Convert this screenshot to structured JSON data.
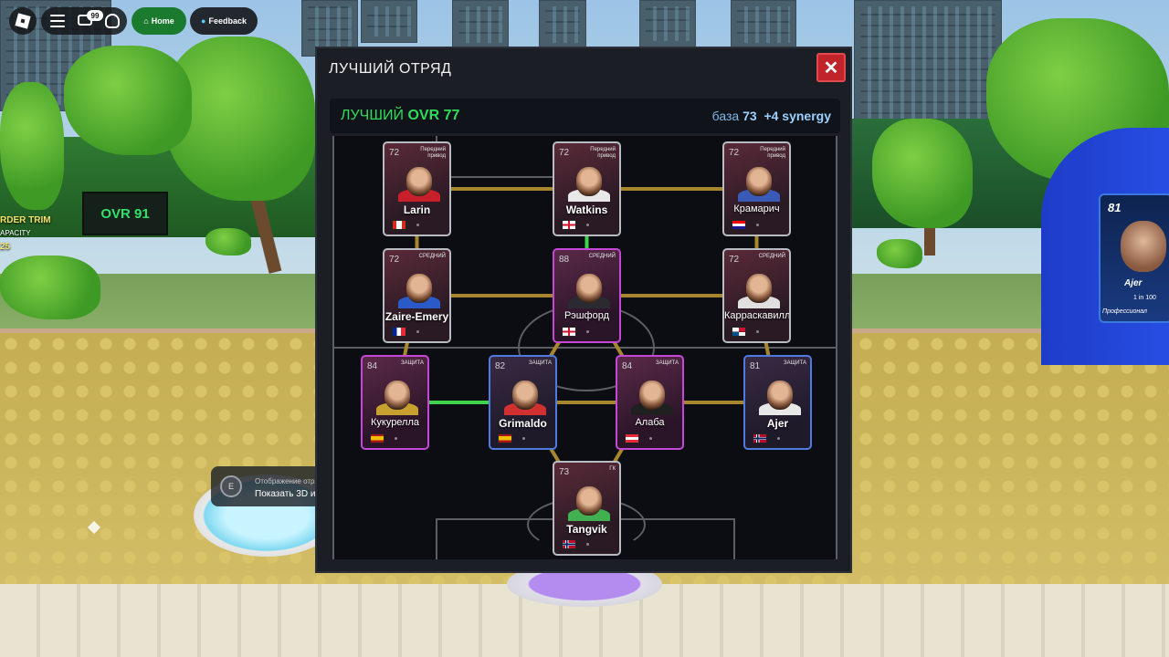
{
  "topbar": {
    "chat_badge": "99",
    "home_label": "Home",
    "feedback_label": "Feedback"
  },
  "background": {
    "ovr_board": "OVR 91",
    "left_label_1": "RDER TRIM",
    "left_label_2": "APACITY",
    "left_label_3": "25",
    "prompt_key": "E",
    "prompt_line_1": "Отображение отряд",
    "prompt_line_2": "Показать 3D и",
    "mini_card": {
      "ovr": "81",
      "name": "Ajer",
      "rarity": "1 in 100",
      "level": "Профессионал"
    }
  },
  "modal": {
    "title": "ЛУЧШИЙ ОТРЯД",
    "close_glyph": "✕",
    "header": {
      "best_label": "ЛУЧШИЙ",
      "ovr_text": "OVR 77",
      "base_label": "база",
      "base_value": "73",
      "synergy_text": "+4 synergy"
    }
  },
  "players": [
    {
      "id": "larin",
      "ovr": "72",
      "pos": "Передний привод",
      "name": "Larin",
      "flag": "ca",
      "style": "grey",
      "bold": true
    },
    {
      "id": "watkins",
      "ovr": "72",
      "pos": "Передний привод",
      "name": "Watkins",
      "flag": "en",
      "style": "grey",
      "bold": true
    },
    {
      "id": "kramaric",
      "ovr": "72",
      "pos": "Передний привод",
      "name": "Крамарич",
      "flag": "hr",
      "style": "grey",
      "bold": false
    },
    {
      "id": "zaire",
      "ovr": "72",
      "pos": "СРЕДНИЙ",
      "name": "Zaire-Emery",
      "flag": "fr",
      "style": "grey",
      "bold": true
    },
    {
      "id": "rashford",
      "ovr": "88",
      "pos": "СРЕДНИЙ",
      "name": "Рэшфорд",
      "flag": "en",
      "style": "purple",
      "bold": false
    },
    {
      "id": "carrascal",
      "ovr": "72",
      "pos": "СРЕДНИЙ",
      "name": "Карраскавилла",
      "flag": "pa",
      "style": "grey",
      "bold": false
    },
    {
      "id": "cucurella",
      "ovr": "84",
      "pos": "ЗАЩИТА",
      "name": "Кукурелла",
      "flag": "es",
      "style": "purple",
      "bold": false
    },
    {
      "id": "grimaldo",
      "ovr": "82",
      "pos": "ЗАЩИТА",
      "name": "Grimaldo",
      "flag": "es",
      "style": "blue",
      "bold": true
    },
    {
      "id": "alaba",
      "ovr": "84",
      "pos": "ЗАЩИТА",
      "name": "Алаба",
      "flag": "at",
      "style": "purple",
      "bold": false
    },
    {
      "id": "ajer",
      "ovr": "81",
      "pos": "ЗАЩИТА",
      "name": "Ajer",
      "flag": "no",
      "style": "blue",
      "bold": true
    },
    {
      "id": "tangvik",
      "ovr": "73",
      "pos": "ГК",
      "name": "Tangvik",
      "flag": "no",
      "style": "grey",
      "bold": true
    }
  ],
  "links": [
    {
      "a": "larin",
      "b": "watkins",
      "color": "#a8862e"
    },
    {
      "a": "watkins",
      "b": "kramaric",
      "color": "#a8862e"
    },
    {
      "a": "larin",
      "b": "zaire",
      "color": "#a8862e"
    },
    {
      "a": "watkins",
      "b": "rashford",
      "color": "#3fd34a"
    },
    {
      "a": "kramaric",
      "b": "carrascal",
      "color": "#a8862e"
    },
    {
      "a": "zaire",
      "b": "rashford",
      "color": "#a8862e"
    },
    {
      "a": "rashford",
      "b": "carrascal",
      "color": "#a8862e"
    },
    {
      "a": "zaire",
      "b": "cucurella",
      "color": "#a8862e"
    },
    {
      "a": "rashford",
      "b": "grimaldo",
      "color": "#a8862e"
    },
    {
      "a": "rashford",
      "b": "alaba",
      "color": "#a8862e"
    },
    {
      "a": "carrascal",
      "b": "ajer",
      "color": "#a8862e"
    },
    {
      "a": "cucurella",
      "b": "grimaldo",
      "color": "#3fd34a"
    },
    {
      "a": "grimaldo",
      "b": "alaba",
      "color": "#a8862e"
    },
    {
      "a": "alaba",
      "b": "ajer",
      "color": "#a8862e"
    },
    {
      "a": "grimaldo",
      "b": "tangvik",
      "color": "#a8862e"
    },
    {
      "a": "alaba",
      "b": "tangvik",
      "color": "#a8862e"
    }
  ]
}
